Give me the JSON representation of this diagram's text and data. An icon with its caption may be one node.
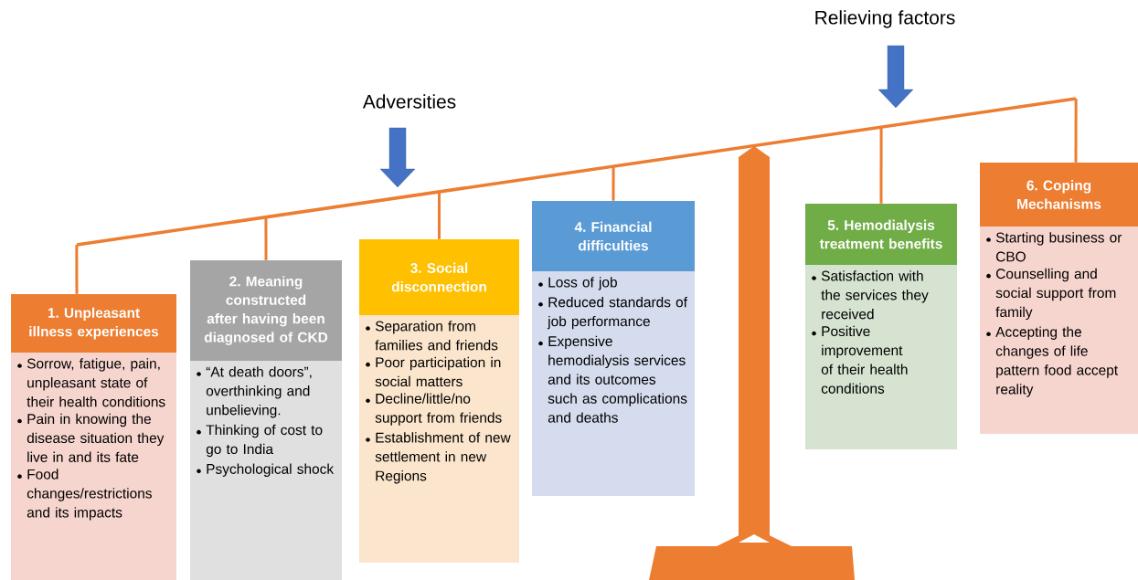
{
  "diagram": {
    "nodes": [
      {
        "text": [],
        "shape": "bar"
      },
      {
        "text": [
          "1. Unpleasant illness experiences",
          "Sorrow, fatigue, pain, unpleasant state of their health conditions",
          "Pain in knowing the disease situation they live in and its fate",
          "Food changes/restrictions and its impacts"
        ]
      },
      {
        "text": [
          "2. Meaning constructed after having been diagnosed of CKD",
          "“At death doors”, overthinking and unbelieving.",
          "Thinking of cost to go to India",
          "Psychological shock"
        ]
      },
      {
        "text": [
          "3. Social disconnection",
          "Separation from families and friends",
          "Poor participation in social matters",
          "Decline/little/no support from friends",
          "Establishment of new settlement in new Regions"
        ]
      },
      {
        "text": [
          "4. Financial difficulties",
          "Loss of job",
          "Reduced standards of job performance",
          "Expensive hemodialysis services and its outcomes such as complications and deaths"
        ]
      },
      {
        "text": [
          "5. Hemodialysis treatment benefits",
          "Satisfaction with the services they received",
          "Positive improvement of their health conditions"
        ]
      },
      {
        "text": [
          "6. Coping Mechanisms",
          "Starting business or CBO",
          "Counselling and social support from family",
          "Accepting the changes of life pattern food accept reality"
        ]
      }
    ],
    "edges": [
      {
        "from": 0,
        "to": 1,
        "arrow": "none"
      },
      {
        "from": 0,
        "to": 2,
        "arrow": "none"
      },
      {
        "from": 0,
        "to": 3,
        "arrow": "none"
      },
      {
        "from": 0,
        "to": 4,
        "arrow": "none"
      },
      {
        "from": 0,
        "to": 5,
        "arrow": "none"
      },
      {
        "from": 0,
        "to": 6,
        "arrow": "none"
      }
    ],
    "labels": [
      "Adversities",
      "Relieving factors"
    ]
  }
}
